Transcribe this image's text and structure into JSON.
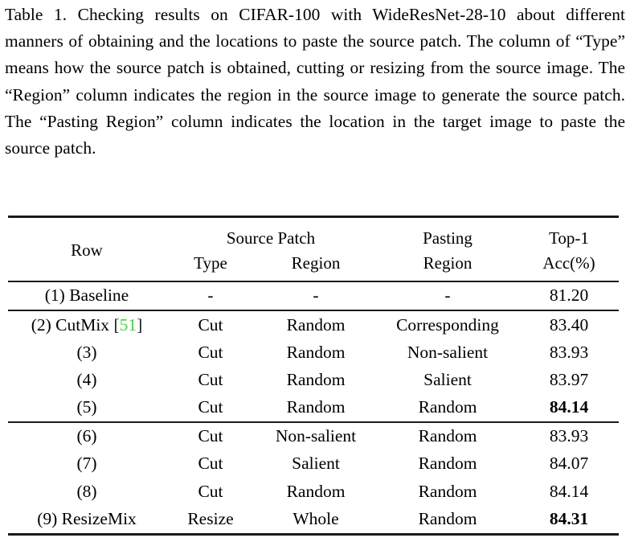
{
  "caption": {
    "label": "Table 1.",
    "text": "Table 1. Checking results on CIFAR-100 with WideResNet-28-10 about different manners of obtaining and the locations to paste the source patch. The column of “Type” means how the source patch is obtained, cutting or resizing from the source image. The “Region” column indicates the region in the source image to generate the source patch. The “Pasting Region” column indicates the location in the target image to paste the source patch."
  },
  "table": {
    "header": {
      "row_label": "Row",
      "group_source_patch": "Source Patch",
      "type_label": "Type",
      "region_label": "Region",
      "pasting_line1": "Pasting",
      "pasting_line2": "Region",
      "acc_line1": "Top-1",
      "acc_line2": "Acc(%)"
    },
    "columns": [
      "Row",
      "Type",
      "Region",
      "Pasting Region",
      "Top-1 Acc(%)"
    ],
    "groups": [
      {
        "rows": [
          {
            "row": "(1) Baseline",
            "row_index": "(1)",
            "row_name": "Baseline",
            "type": "-",
            "region": "-",
            "pasting_region": "-",
            "acc": "81.20",
            "acc_bold": false,
            "citation": ""
          }
        ]
      },
      {
        "rows": [
          {
            "row": "(2) CutMix [51]",
            "row_index": "(2)",
            "row_name": "CutMix",
            "citation": "51",
            "citation_open": "[",
            "citation_close": "]",
            "type": "Cut",
            "region": "Random",
            "pasting_region": "Corresponding",
            "acc": "83.40",
            "acc_bold": false
          },
          {
            "row": "(3)",
            "row_index": "(3)",
            "row_name": "",
            "citation": "",
            "type": "Cut",
            "region": "Random",
            "pasting_region": "Non-salient",
            "acc": "83.93",
            "acc_bold": false
          },
          {
            "row": "(4)",
            "row_index": "(4)",
            "row_name": "",
            "citation": "",
            "type": "Cut",
            "region": "Random",
            "pasting_region": "Salient",
            "acc": "83.97",
            "acc_bold": false
          },
          {
            "row": "(5)",
            "row_index": "(5)",
            "row_name": "",
            "citation": "",
            "type": "Cut",
            "region": "Random",
            "pasting_region": "Random",
            "acc": "84.14",
            "acc_bold": true
          }
        ]
      },
      {
        "rows": [
          {
            "row": "(6)",
            "row_index": "(6)",
            "row_name": "",
            "citation": "",
            "type": "Cut",
            "region": "Non-salient",
            "pasting_region": "Random",
            "acc": "83.93",
            "acc_bold": false
          },
          {
            "row": "(7)",
            "row_index": "(7)",
            "row_name": "",
            "citation": "",
            "type": "Cut",
            "region": "Salient",
            "pasting_region": "Random",
            "acc": "84.07",
            "acc_bold": false
          },
          {
            "row": "(8)",
            "row_index": "(8)",
            "row_name": "",
            "citation": "",
            "type": "Cut",
            "region": "Random",
            "pasting_region": "Random",
            "acc": "84.14",
            "acc_bold": false
          },
          {
            "row": "(9) ResizeMix",
            "row_index": "(9)",
            "row_name": "ResizeMix",
            "citation": "",
            "type": "Resize",
            "region": "Whole",
            "pasting_region": "Random",
            "acc": "84.31",
            "acc_bold": true
          }
        ]
      }
    ]
  },
  "colors": {
    "text": "#000000",
    "rule": "#1a1a1a",
    "citation_green": "#33dd33",
    "background": "#ffffff"
  }
}
